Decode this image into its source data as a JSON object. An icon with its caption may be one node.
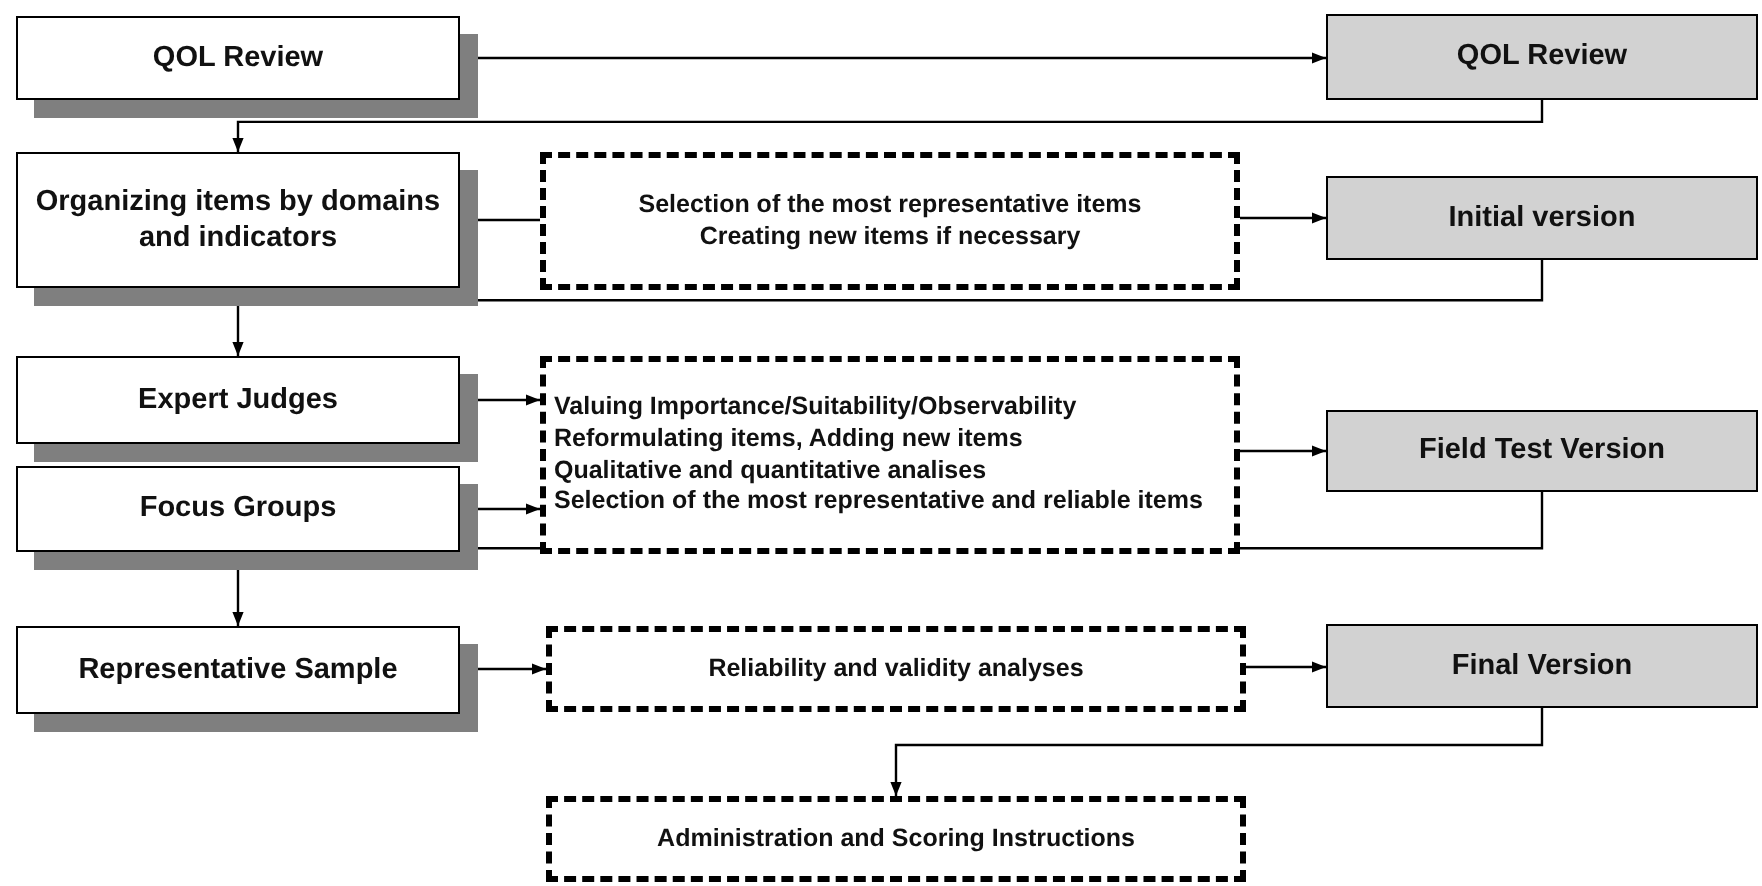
{
  "diagram": {
    "nodes": [
      {
        "text": [
          "QOL Review"
        ]
      },
      {
        "text": [
          "QOL Review"
        ]
      },
      {
        "text": [
          "Organizing items by domains and indicators"
        ]
      },
      {
        "text": [
          "Selection of the most representative items",
          "Creating new items if necessary"
        ]
      },
      {
        "text": [
          "Initial version"
        ]
      },
      {
        "text": [
          "Expert Judges"
        ]
      },
      {
        "text": [
          "Focus Groups"
        ]
      },
      {
        "text": [
          "Valuing Importance/Suitability/Observability",
          "Reformulating items, Adding new items",
          "Qualitative and quantitative analises",
          "Selection of the most representative and reliable items"
        ]
      },
      {
        "text": [
          "Field Test Version"
        ]
      },
      {
        "text": [
          "Representative Sample"
        ]
      },
      {
        "text": [
          "Reliability and validity analyses"
        ]
      },
      {
        "text": [
          "Final Version"
        ]
      },
      {
        "text": [
          "Administration and Scoring Instructions"
        ]
      }
    ],
    "edges": [
      {
        "from": 0,
        "to": 1,
        "arrow": "to"
      },
      {
        "from": 1,
        "to": 2,
        "arrow": "to"
      },
      {
        "from": 2,
        "to": 3,
        "arrow": "none"
      },
      {
        "from": 3,
        "to": 4,
        "arrow": "to"
      },
      {
        "from": 4,
        "to": 5,
        "arrow": "to"
      },
      {
        "from": 5,
        "to": 7,
        "arrow": "to"
      },
      {
        "from": 6,
        "to": 7,
        "arrow": "to"
      },
      {
        "from": 7,
        "to": 8,
        "arrow": "to"
      },
      {
        "from": 8,
        "to": 9,
        "arrow": "to"
      },
      {
        "from": 9,
        "to": 10,
        "arrow": "to"
      },
      {
        "from": 10,
        "to": 11,
        "arrow": "to"
      },
      {
        "from": 11,
        "to": 12,
        "arrow": "to"
      }
    ]
  }
}
